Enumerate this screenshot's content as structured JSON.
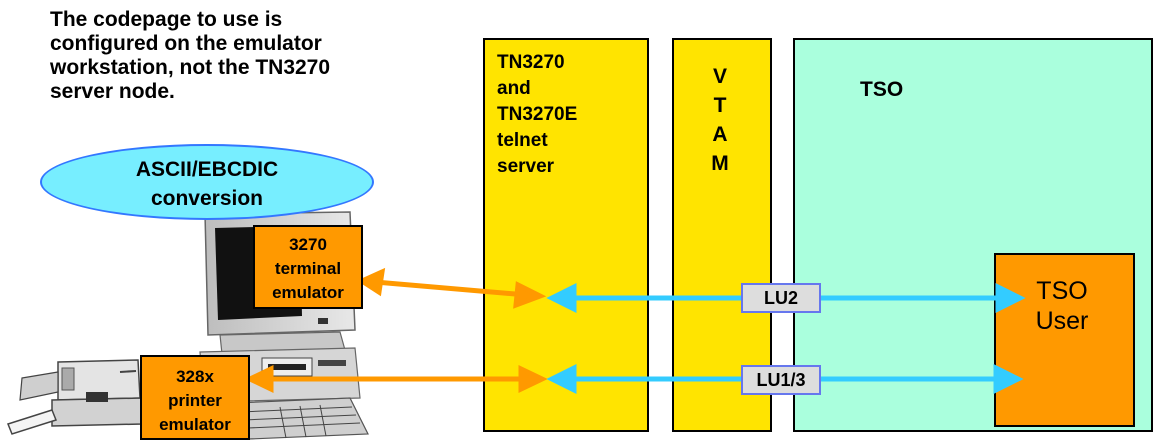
{
  "note": {
    "lines": [
      "The codepage to use is",
      "configured on the emulator",
      "workstation, not the TN3270",
      "server node."
    ]
  },
  "conversion": {
    "lines": [
      "ASCII/EBCDIC",
      "conversion"
    ]
  },
  "server": {
    "lines": [
      "TN3270",
      "and",
      "TN3270E",
      "telnet",
      "server"
    ]
  },
  "vtam": {
    "letters": [
      "V",
      "T",
      "A",
      "M"
    ]
  },
  "tso": {
    "label": "TSO",
    "user_lines": [
      "TSO",
      "User"
    ]
  },
  "terminal_emulator": {
    "lines": [
      "3270",
      "terminal",
      "emulator"
    ]
  },
  "printer_emulator": {
    "lines": [
      "328x",
      "printer",
      "emulator"
    ]
  },
  "links": {
    "lu2": "LU2",
    "lu13": "LU1/3"
  },
  "colors": {
    "yellow_box": "#ffe400",
    "tso_green": "#aaffdd",
    "orange": "#ff9900",
    "cyan_arrow": "#33ccff",
    "orange_arrow": "#ff9900",
    "ellipse": "#77eeff"
  }
}
